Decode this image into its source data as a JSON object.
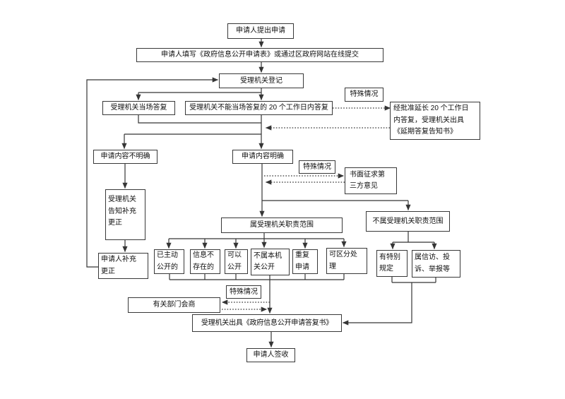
{
  "diagram": {
    "background": "#ffffff",
    "line_color": "#353535",
    "nodes": {
      "submit": {
        "label": "申请人提出申请"
      },
      "fill_form": {
        "label": "申请人填写《政府信息公开申请表》或通过区政府网站在线提交"
      },
      "register": {
        "label": "受理机关登记"
      },
      "reply_onsite": {
        "label": "受理机关当场答复"
      },
      "reply_20days": {
        "label": "受理机关不能当场答复的 20 个工作日内答复"
      },
      "special1": {
        "label": "特殊情况"
      },
      "extension": {
        "label": "经批准延长 20 个工作日\n内答复，受理机关出具\n《延期答复告知书》"
      },
      "unclear": {
        "label": "申请内容不明确"
      },
      "clear": {
        "label": "申请内容明确"
      },
      "special2": {
        "label": "特殊情况"
      },
      "third_party": {
        "label": "书面征求第\n三方意见"
      },
      "notify_supplement": {
        "label": "受理机关\n告知补充\n更正"
      },
      "in_scope": {
        "label": "属受理机关职责范围"
      },
      "out_scope": {
        "label": "不属受理机关职责范围"
      },
      "supplement": {
        "label": "申请人补充\n更正"
      },
      "already_public": {
        "label": "已主动\n公开的"
      },
      "not_exist": {
        "label": "信息不\n存在的"
      },
      "can_public": {
        "label": "可以\n公开"
      },
      "other_agency": {
        "label": "不属本机\n关公开"
      },
      "repeat_apply": {
        "label": "重复\n申请"
      },
      "partial": {
        "label": "可区分处\n理"
      },
      "special_rules": {
        "label": "有特别\n规定"
      },
      "petition": {
        "label": "属信访、投\n诉、举报等"
      },
      "special3": {
        "label": "特殊情况"
      },
      "consult": {
        "label": "有关部门会商"
      },
      "issue_reply": {
        "label": "受理机关出具《政府信息公开申请答复书》"
      },
      "sign": {
        "label": "申请人签收"
      }
    }
  }
}
